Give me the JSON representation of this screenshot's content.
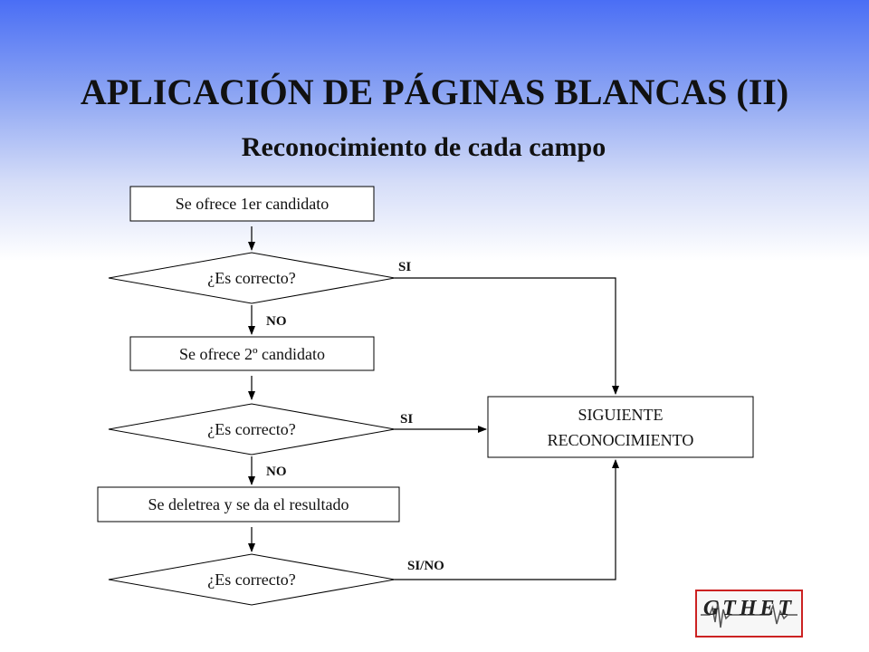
{
  "title": "APLICACIÓN DE PÁGINAS BLANCAS (II)",
  "subtitle": "Reconocimiento de cada campo",
  "flowchart": {
    "nodes": {
      "candidate1": "Se ofrece 1er candidato",
      "decision1": "¿Es correcto?",
      "candidate2": "Se ofrece 2º candidato",
      "decision2": "¿Es correcto?",
      "spell": "Se deletrea y se da el resultado",
      "decision3": "¿Es correcto?",
      "next_line1": "SIGUIENTE",
      "next_line2": "RECONOCIMIENTO"
    },
    "edges": {
      "d1_yes": "SI",
      "d1_no": "NO",
      "d2_yes": "SI",
      "d2_no": "NO",
      "d3_any": "SI/NO"
    }
  },
  "logo": {
    "text": "GTHET"
  }
}
